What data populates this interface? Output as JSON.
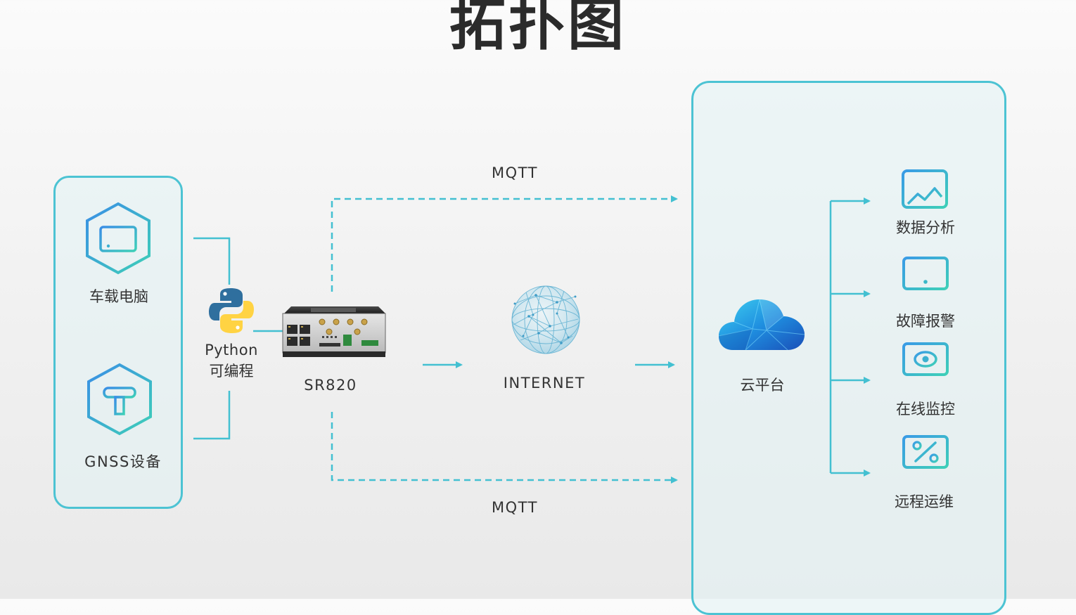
{
  "title": "拓扑图",
  "devices": {
    "vehicle_pc": "车载电脑",
    "gnss": "GNSS设备"
  },
  "python": {
    "line1": "Python",
    "line2": "可编程"
  },
  "router": {
    "model": "SR820"
  },
  "internet": "INTERNET",
  "protocols": {
    "top": "MQTT",
    "bottom": "MQTT"
  },
  "cloud": {
    "name": "云平台",
    "features": [
      "数据分析",
      "故障报警",
      "在线监控",
      "远程运维"
    ]
  },
  "colors": {
    "accent": "#41bfd0",
    "line": "#43c0d1",
    "panel_border": "#4cc3d3",
    "python_blue": "#2f6f9e",
    "python_yellow": "#ffd343"
  }
}
